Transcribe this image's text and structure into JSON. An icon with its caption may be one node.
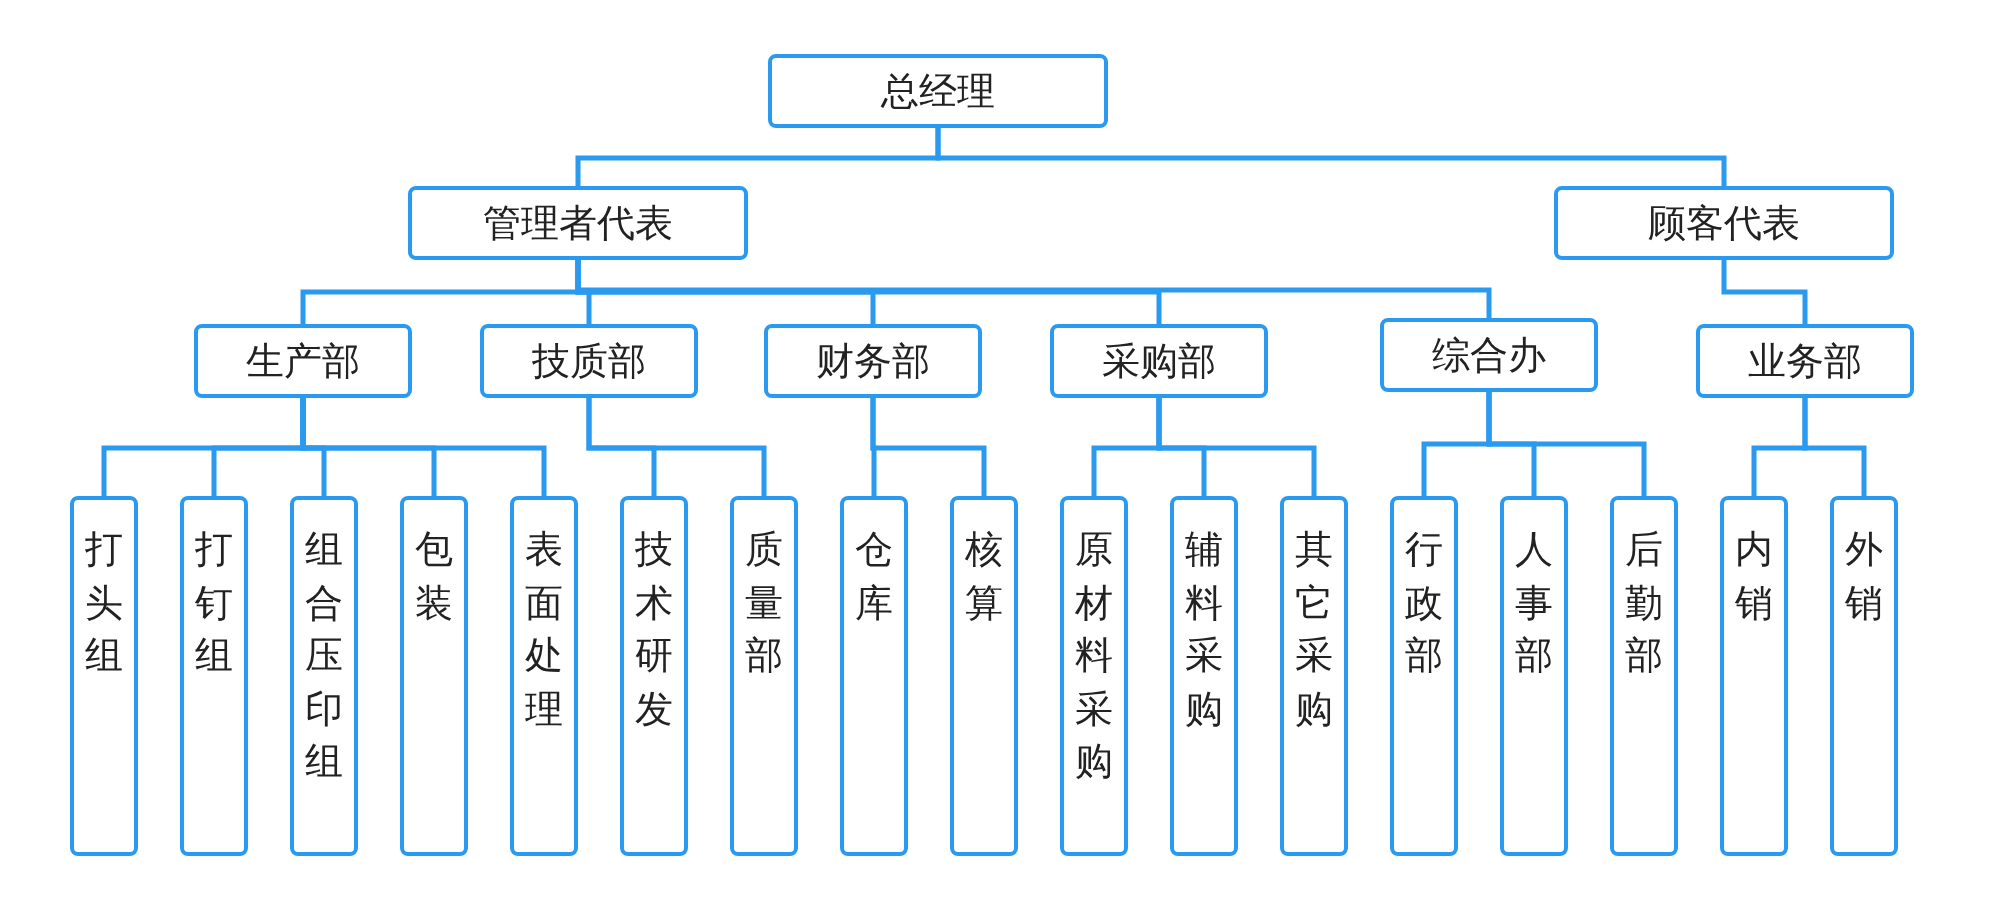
{
  "diagram": {
    "nodes": [
      {
        "text": [
          "总经理"
        ]
      },
      {
        "text": [
          "管理者代表"
        ]
      },
      {
        "text": [
          "顾客代表"
        ]
      },
      {
        "text": [
          "生产部"
        ]
      },
      {
        "text": [
          "技质部"
        ]
      },
      {
        "text": [
          "财务部"
        ]
      },
      {
        "text": [
          "采购部"
        ]
      },
      {
        "text": [
          "综合办"
        ]
      },
      {
        "text": [
          "业务部"
        ]
      },
      {
        "text": [
          "打头组"
        ]
      },
      {
        "text": [
          "打钉组"
        ]
      },
      {
        "text": [
          "组合压印组"
        ]
      },
      {
        "text": [
          "包装"
        ]
      },
      {
        "text": [
          "表面处理"
        ]
      },
      {
        "text": [
          "技术研发"
        ]
      },
      {
        "text": [
          "质量部"
        ]
      },
      {
        "text": [
          "仓库"
        ]
      },
      {
        "text": [
          "核算"
        ]
      },
      {
        "text": [
          "原材料采购"
        ]
      },
      {
        "text": [
          "辅料采购"
        ]
      },
      {
        "text": [
          "其它采购"
        ]
      },
      {
        "text": [
          "行政部"
        ]
      },
      {
        "text": [
          "人事部"
        ]
      },
      {
        "text": [
          "后勤部"
        ]
      },
      {
        "text": [
          "内销"
        ]
      },
      {
        "text": [
          "外销"
        ]
      }
    ],
    "edges": [
      {
        "from": 0,
        "to": 1,
        "arrow": "none"
      },
      {
        "from": 0,
        "to": 2,
        "arrow": "none"
      },
      {
        "from": 1,
        "to": 3,
        "arrow": "none"
      },
      {
        "from": 1,
        "to": 4,
        "arrow": "none"
      },
      {
        "from": 1,
        "to": 5,
        "arrow": "none"
      },
      {
        "from": 1,
        "to": 6,
        "arrow": "none"
      },
      {
        "from": 1,
        "to": 7,
        "arrow": "none"
      },
      {
        "from": 2,
        "to": 8,
        "arrow": "none"
      },
      {
        "from": 3,
        "to": 9,
        "arrow": "none"
      },
      {
        "from": 3,
        "to": 10,
        "arrow": "none"
      },
      {
        "from": 3,
        "to": 11,
        "arrow": "none"
      },
      {
        "from": 3,
        "to": 12,
        "arrow": "none"
      },
      {
        "from": 3,
        "to": 13,
        "arrow": "none"
      },
      {
        "from": 4,
        "to": 14,
        "arrow": "none"
      },
      {
        "from": 4,
        "to": 15,
        "arrow": "none"
      },
      {
        "from": 5,
        "to": 16,
        "arrow": "none"
      },
      {
        "from": 5,
        "to": 17,
        "arrow": "none"
      },
      {
        "from": 6,
        "to": 18,
        "arrow": "none"
      },
      {
        "from": 6,
        "to": 19,
        "arrow": "none"
      },
      {
        "from": 6,
        "to": 20,
        "arrow": "none"
      },
      {
        "from": 7,
        "to": 21,
        "arrow": "none"
      },
      {
        "from": 7,
        "to": 22,
        "arrow": "none"
      },
      {
        "from": 7,
        "to": 23,
        "arrow": "none"
      },
      {
        "from": 8,
        "to": 24,
        "arrow": "none"
      },
      {
        "from": 8,
        "to": 25,
        "arrow": "none"
      }
    ]
  }
}
